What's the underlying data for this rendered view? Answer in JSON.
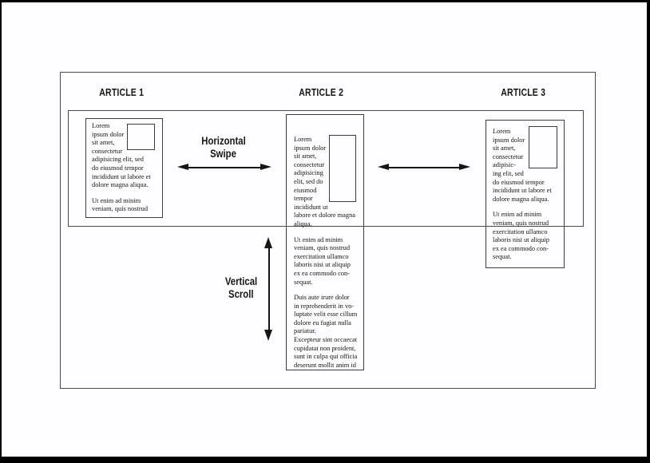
{
  "page": {
    "background_color": "#fdfdff",
    "frame_color": "#000000",
    "line_color": "#3c3c3c",
    "arrow_color": "#151515",
    "text_color": "#141414"
  },
  "diagram": {
    "articles": [
      {
        "label": "ARTICLE 1",
        "paragraphs": [
          "Lorem\nipsum dolor\nsit amet,\nconsectetur\nadipisicing elit, sed\ndo eiusmod tempor\nincididunt ut labore et\ndolore magna aliqua.",
          "Ut enim ad minim\nveniam, quis nostrud"
        ]
      },
      {
        "label": "ARTICLE 2",
        "paragraphs": [
          "Lorem\nipsum dolor\nsit amet,\nconsectetur\nadipisicing\nelit, sed do\neiusmod\ntempor\nincididunt ut\nlabore et dolore magna\naliqua.",
          "Ut enim ad minim\nveniam, quis nostrud\nexercitation ullamco\nlaboris nisi ut aliquip\nex ea commodo con-\nsequat.",
          "Duis aute irure dolor\nin reprehenderit in vo-\nluptate velit esse cillum\ndolore eu fugiat nulla\npariatur.\nExcepteur sint occaecat\ncupidatat non proident,\nsunt in culpa qui officia\ndeserunt mollit anim id"
        ]
      },
      {
        "label": "ARTICLE 3",
        "paragraphs": [
          "Lorem\nipsum dolor\nsit amet,\nconsectetur\nadipisic-\ning elit, sed\ndo eiusmod tempor\nincididunt ut labore et\ndolore magna aliqua.",
          "Ut enim ad minim\nveniam, quis nostrud\nexercitation ullamco\nlaboris nisi ut aliquip\nex ea commodo con-\nsequat."
        ]
      }
    ],
    "gestures": {
      "horizontal_swipe": {
        "line1": "Horizontal",
        "line2": "Swipe"
      },
      "vertical_scroll": {
        "line1": "Vertical",
        "line2": "Scroll"
      }
    }
  }
}
